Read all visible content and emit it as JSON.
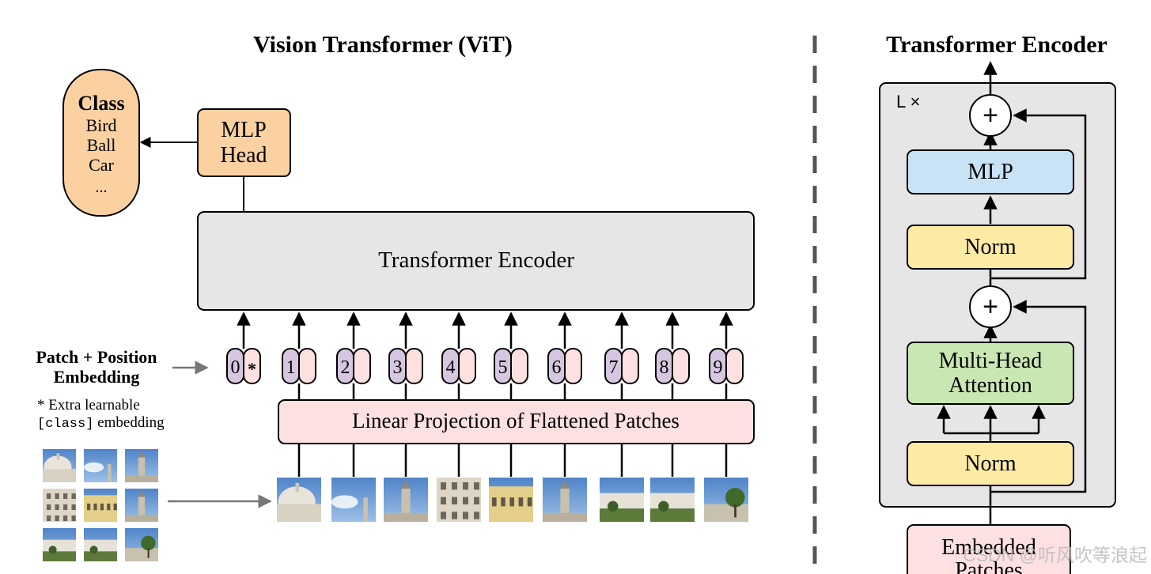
{
  "vit": {
    "title": "Vision Transformer (ViT)",
    "class_box": {
      "title": "Class",
      "items": [
        "Bird",
        "Ball",
        "Car",
        "..."
      ]
    },
    "mlp_head": {
      "line1": "MLP",
      "line2": "Head"
    },
    "encoder_label": "Transformer Encoder",
    "embedding_label": {
      "line1": "Patch + Position",
      "line2": "Embedding"
    },
    "extra_note": {
      "line1": "* Extra learnable",
      "code": "[class]",
      "rest": " embedding"
    },
    "tokens": [
      "0",
      "1",
      "2",
      "3",
      "4",
      "5",
      "6",
      "7",
      "8",
      "9"
    ],
    "class_token_marker": "*",
    "projection_label": "Linear Projection of Flattened Patches"
  },
  "encoder_detail": {
    "title": "Transformer Encoder",
    "repeat_label": "L ×",
    "plus": "+",
    "mlp": "MLP",
    "norm": "Norm",
    "attention": {
      "line1": "Multi-Head",
      "line2": "Attention"
    },
    "input": {
      "line1": "Embedded",
      "line2": "Patches"
    }
  },
  "watermark": "CSDN @听风吹等浪起",
  "colors": {
    "class_fill": "#fbd1a2",
    "mlp_head_fill": "#fbd1a2",
    "encoder_fill": "#e6e6e6",
    "pos_embed_fill": "#d6c6e0",
    "patch_embed_fill": "#fde0e0",
    "projection_fill": "#fde0e0",
    "mlp_fill": "#c7e3f5",
    "norm_fill": "#fdeba5",
    "attention_fill": "#c9e7b3",
    "panel_fill": "#e6e6e6"
  }
}
